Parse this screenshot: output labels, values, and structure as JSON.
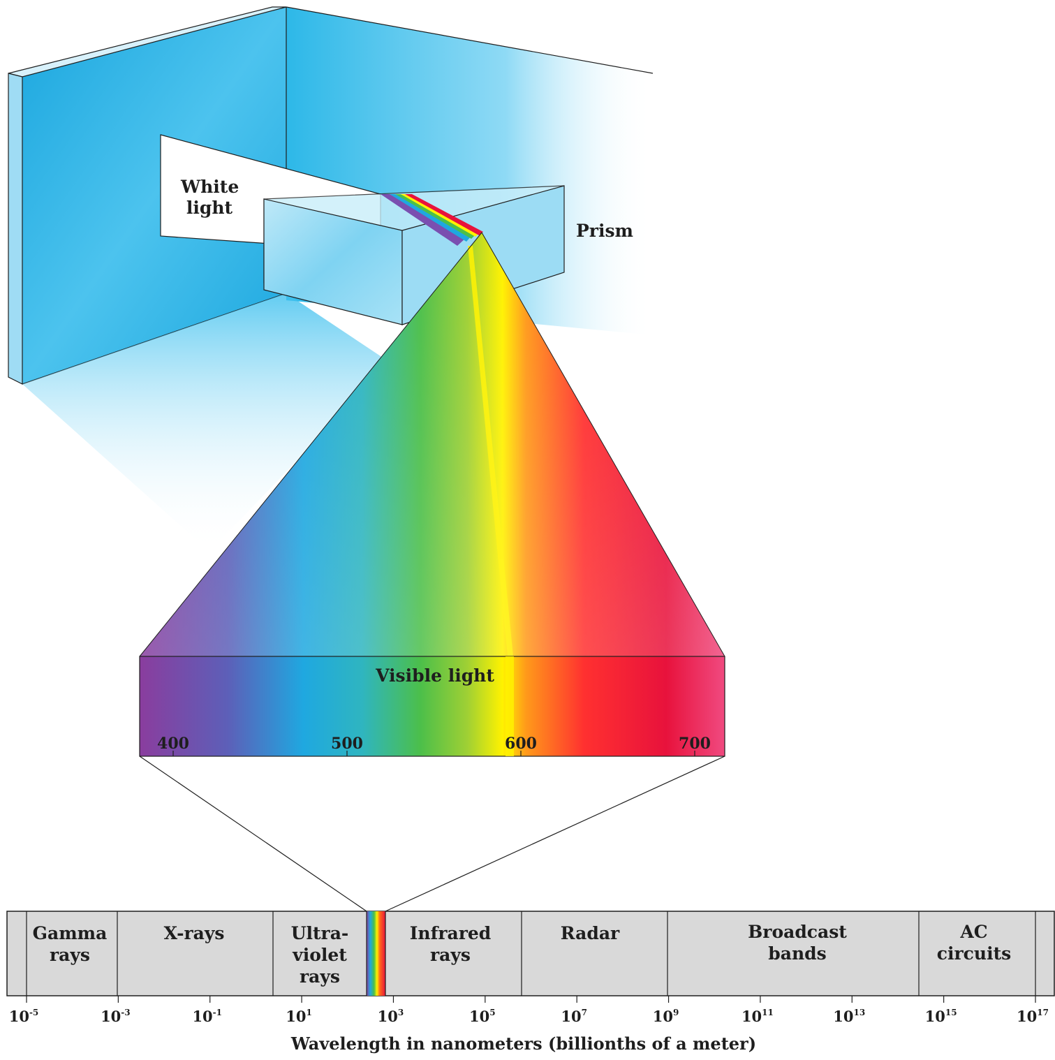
{
  "scene": {
    "white_light_label": [
      "White",
      "light"
    ],
    "prism_label": "Prism"
  },
  "visible_light": {
    "title": "Visible light",
    "ticks": [
      "400",
      "500",
      "600",
      "700"
    ],
    "tick_values_nm": [
      400,
      500,
      600,
      700
    ]
  },
  "spectrum_bar": {
    "bands": [
      {
        "lines": [
          "Gamma",
          "rays"
        ]
      },
      {
        "lines": [
          "X-rays"
        ]
      },
      {
        "lines": [
          "Ultra-",
          "violet",
          "rays"
        ]
      },
      {
        "lines": [
          "Infrared",
          "rays"
        ]
      },
      {
        "lines": [
          "Radar"
        ]
      },
      {
        "lines": [
          "Broadcast",
          "bands"
        ]
      },
      {
        "lines": [
          "AC",
          "circuits"
        ]
      }
    ],
    "ticks": [
      {
        "base": "10",
        "exp": "-5"
      },
      {
        "base": "10",
        "exp": "-3"
      },
      {
        "base": "10",
        "exp": "-1"
      },
      {
        "base": "10",
        "exp": "1"
      },
      {
        "base": "10",
        "exp": "3"
      },
      {
        "base": "10",
        "exp": "5"
      },
      {
        "base": "10",
        "exp": "7"
      },
      {
        "base": "10",
        "exp": "9"
      },
      {
        "base": "10",
        "exp": "11"
      },
      {
        "base": "10",
        "exp": "13"
      },
      {
        "base": "10",
        "exp": "15"
      },
      {
        "base": "10",
        "exp": "17"
      }
    ],
    "axis_title": "Wavelength in nanometers (billionths of a meter)"
  },
  "colors": {
    "wall": "#29b6e6",
    "bar_fill": "#d9d9d9",
    "violet": "#8a3d9e",
    "blue": "#1fa8e0",
    "green": "#4cbf4a",
    "yellow": "#fff200",
    "red": "#e8123c"
  }
}
